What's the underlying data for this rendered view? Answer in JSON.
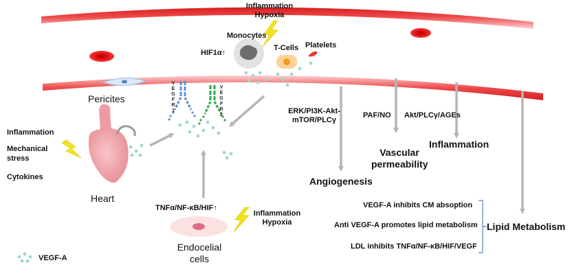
{
  "labels": {
    "inflammation_hypoxia_top": [
      "Inflammation",
      "Hypoxia"
    ],
    "monocytes": "Monocytes",
    "hif1a": "HIF1α↑",
    "t_cells": "T-Cells",
    "platelets": "Platelets",
    "pericites": "Pericites",
    "vegfr1": "VEGFR1",
    "vegfr2": "VEGFR2",
    "erk_pathway": [
      "ERK/PI3K-Akt-",
      "mTOR/PLCγ"
    ],
    "paf_no": "PAF/NO",
    "akt_plc": "Akt/PLCγ/AGEs",
    "vascular_permeability": [
      "Vascular",
      "permeability"
    ],
    "inflammation_right": "Inflammation",
    "angiogenesis": "Angiogenesis",
    "heart_factors": [
      "Inflammation",
      "Mechanical",
      "stress",
      "Cytokines"
    ],
    "heart": "Heart",
    "tnf_pathway": "TNFα/NF-κB/HIF↑",
    "inflammation_hypoxia_bottom": [
      "Inflammation",
      "Hypoxia"
    ],
    "endothelial_cells": [
      "Endocelial",
      "cells"
    ],
    "lipid_items": [
      "VEGF-A inhibits CM absoption",
      "Anti VEGF-A promotes lipid metabolism",
      "LDL inhibits TNFα/NF-κB/HIF/VEGF"
    ],
    "lipid_metabolism": "Lipid Metabolism",
    "legend_vegfa": "VEGF-A"
  },
  "colors": {
    "vessel_red": "#e32b2b",
    "vessel_light": "#f6c4c4",
    "arrow_gray": "#b5b5b5",
    "vegf_dot": "#9fd8cf",
    "vegfr1_blue": "#5b8fd6",
    "vegfr2_green": "#2aa84a",
    "lightning": "#f4e21c",
    "heart_pink": "#f2aab0",
    "bracket_blue": "#5a7ec0"
  },
  "icons": [
    "lightning-icon",
    "monocyte-cell-icon",
    "t-cell-icon",
    "platelet-icon",
    "heart-icon",
    "endothelial-cell-icon",
    "red-blood-cell-icon"
  ]
}
